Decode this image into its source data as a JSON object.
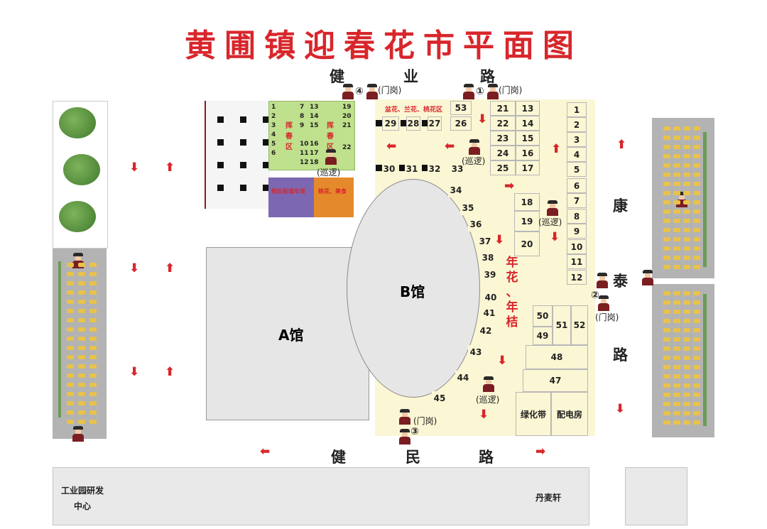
{
  "title": "黄圃镇迎春花市平面图",
  "roads": {
    "top": [
      "健",
      "业",
      "路"
    ],
    "right": [
      "康",
      "泰",
      "路"
    ],
    "bottom": [
      "健",
      "民",
      "路"
    ]
  },
  "halls": {
    "a": "A馆",
    "b": "B馆"
  },
  "zones": {
    "pot_flowers": "盆花、兰花、桃花区",
    "spring_left": "挥春区",
    "spring_right": "挥春区",
    "purple": "制业街道年货",
    "orange": "桃花、美食",
    "new_year": [
      "年",
      "花",
      "、",
      "年",
      "桔"
    ],
    "greenbelt": "绿化带",
    "power_room": "配电房"
  },
  "labels": {
    "gate": "(门岗)",
    "patrol": "(巡逻)",
    "gate_nums": [
      "④",
      "①",
      "②",
      "③"
    ]
  },
  "bottom_buildings": {
    "left": [
      "工业园研发",
      "中心"
    ],
    "right": "丹麦轩"
  },
  "stalls": {
    "green_left": [
      "1",
      "2",
      "3",
      "4",
      "5",
      "6"
    ],
    "green_mid_a": [
      "7",
      "8",
      "9",
      "10",
      "11",
      "12"
    ],
    "green_mid_b": [
      "13",
      "14",
      "15",
      "16",
      "17",
      "18"
    ],
    "green_right": [
      "19",
      "20",
      "21",
      "22"
    ],
    "top_row": [
      "53",
      "29",
      "28",
      "27",
      "26"
    ],
    "row2": [
      "30",
      "31",
      "32",
      "33"
    ],
    "grid_a": [
      "21",
      "22",
      "23",
      "24",
      "25"
    ],
    "grid_b": [
      "13",
      "14",
      "15",
      "16",
      "17"
    ],
    "right_col": [
      "1",
      "2",
      "3",
      "4",
      "5",
      "6",
      "7",
      "8",
      "9",
      "10",
      "11",
      "12"
    ],
    "mid": [
      "18",
      "19",
      "20"
    ],
    "arc": [
      "34",
      "35",
      "36",
      "37",
      "38",
      "39",
      "40",
      "41",
      "42",
      "43",
      "44",
      "45"
    ],
    "lower": [
      "50",
      "49",
      "51",
      "52",
      "48",
      "47"
    ]
  }
}
